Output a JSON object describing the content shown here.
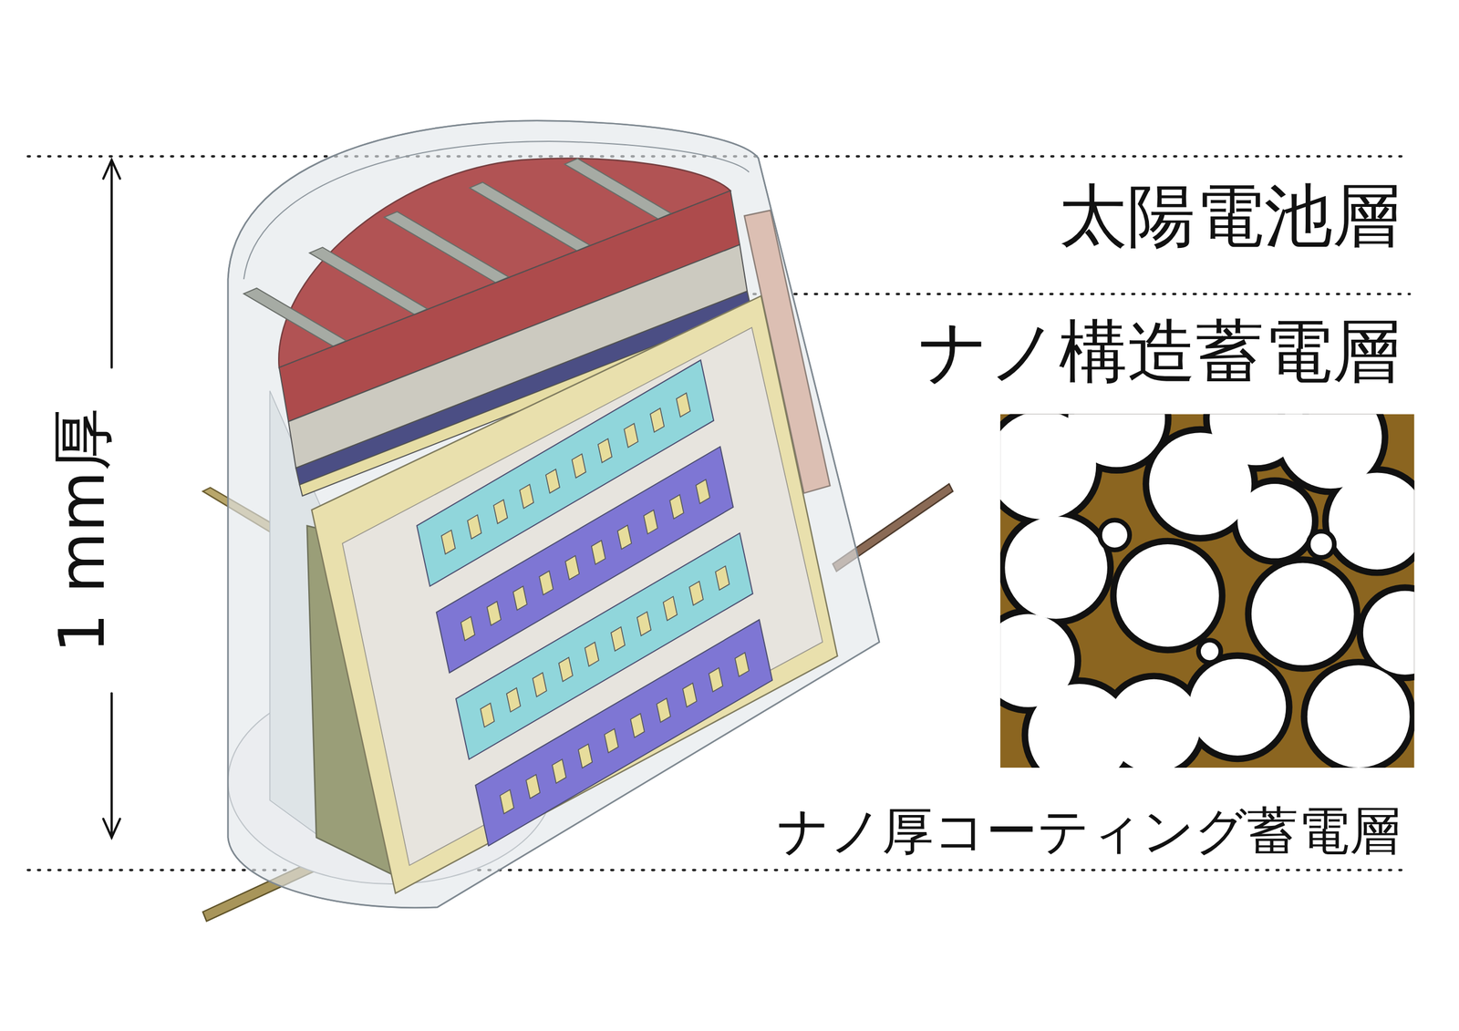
{
  "diagram": {
    "labels": [
      "太陽電池層",
      "ナノ構造蓄電層",
      "1 mm厚",
      "ナノ厚コーティング蓄電層"
    ]
  }
}
